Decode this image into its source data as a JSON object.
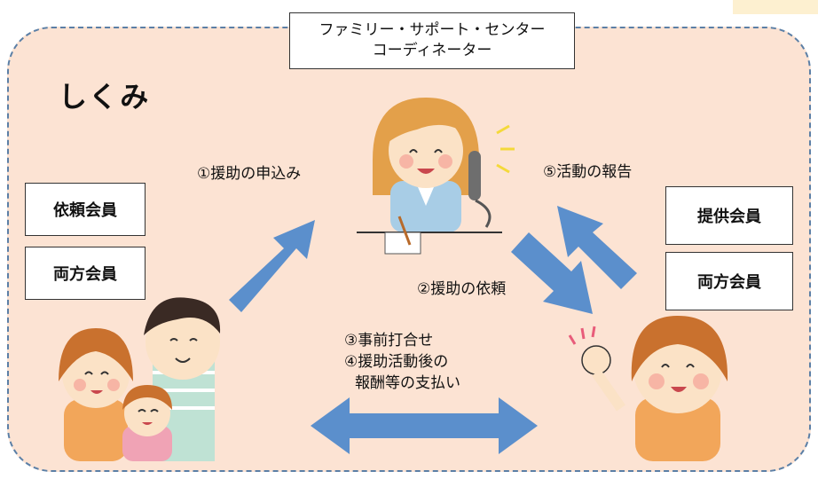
{
  "title": {
    "line1": "ファミリー・サポート・センター",
    "line2": "コーディネーター"
  },
  "heading": "しくみ",
  "left_members": [
    "依頼会員",
    "両方会員"
  ],
  "right_members": [
    "提供会員",
    "両方会員"
  ],
  "steps": {
    "s1": "①援助の申込み",
    "s2": "②援助の依頼",
    "s3": "③事前打合せ",
    "s4a": "④援助活動後の",
    "s4b": "報酬等の支払い",
    "s5": "⑤活動の報告"
  },
  "colors": {
    "panel_fill": "#fce3d3",
    "panel_border": "#5b7fa6",
    "arrow": "#5b8fcc",
    "accent": "#fdf0d0"
  }
}
